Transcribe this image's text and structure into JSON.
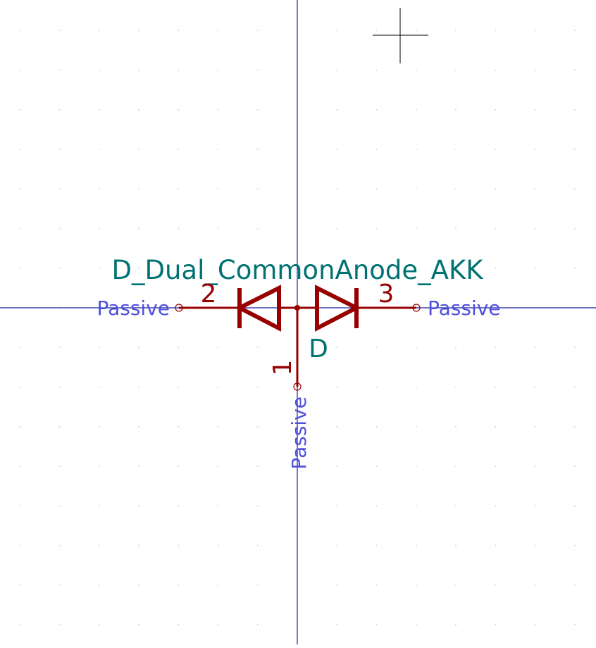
{
  "symbol": {
    "name": "D_Dual_CommonAnode_AKK",
    "reference": "D"
  },
  "pins": [
    {
      "number": "2",
      "type": "Passive"
    },
    {
      "number": "3",
      "type": "Passive"
    },
    {
      "number": "1",
      "type": "Passive"
    }
  ],
  "colors": {
    "body": "#980000",
    "field_text": "#007272",
    "pin_type_text": "#5050dc",
    "axis": "#1e1ea0",
    "background": "#ffffff"
  }
}
